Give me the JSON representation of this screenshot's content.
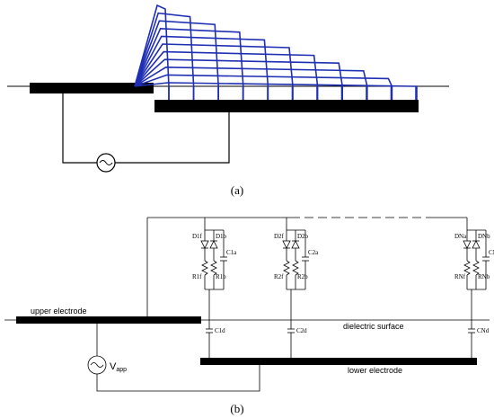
{
  "panel_a": {
    "caption": "(a)",
    "source_symbol": "~",
    "filament_color": "#1f2fb4"
  },
  "panel_b": {
    "caption": "(b)",
    "labels": {
      "upper_electrode": "upper electrode",
      "lower_electrode": "lower electrode",
      "dielectric_surface": "dielectric surface",
      "vapp_main": "V",
      "vapp_sub": "app"
    },
    "branches": [
      {
        "Df": "D1f",
        "Db": "D1b",
        "Rf": "R1f",
        "Rb": "R1b",
        "Ca": "C1a",
        "Cd": "C1d"
      },
      {
        "Df": "D2f",
        "Db": "D2b",
        "Rf": "R2f",
        "Rb": "R2b",
        "Ca": "C2a",
        "Cd": "C2d"
      },
      {
        "Df": "DNa",
        "Db": "DNb",
        "Rf": "RNf",
        "Rb": "RNb",
        "Ca": "CNa",
        "Cd": "CNd"
      }
    ]
  }
}
